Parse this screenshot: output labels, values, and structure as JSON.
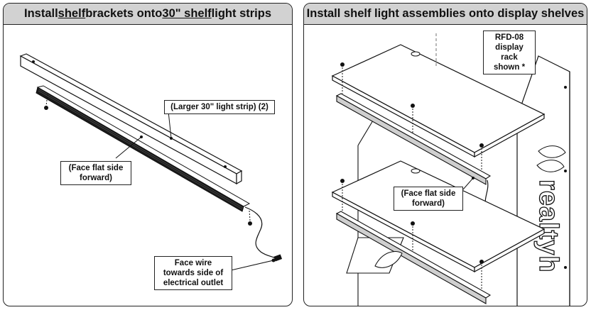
{
  "left_panel": {
    "title_parts": [
      "Install ",
      "shelf",
      " brackets onto ",
      "30\" shelf",
      " light strips"
    ],
    "callouts": {
      "light_strip": "(Larger 30\" light strip) (2)",
      "face_flat_line1": "(Face flat side",
      "face_flat_line2": "forward)",
      "face_wire_line1": "Face wire",
      "face_wire_line2": "towards side of",
      "face_wire_line3": "electrical outlet"
    }
  },
  "right_panel": {
    "title": "Install shelf light assemblies onto display shelves",
    "callouts": {
      "rack_line1": "RFD-08",
      "rack_line2": "display rack",
      "rack_line3": "shown *",
      "face_flat_line1": "(Face flat side",
      "face_flat_line2": "forward)"
    },
    "brand_text": "realtyh"
  }
}
